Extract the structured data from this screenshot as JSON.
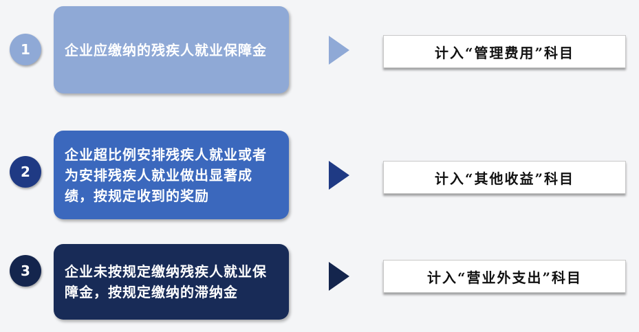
{
  "items": [
    {
      "number": "1",
      "text": "企业应缴纳的残疾人就业保障金",
      "result": "计入“管理费用”科目",
      "circle_color": "#8fa9d6",
      "box_color": "#8fa9d6",
      "arrow_color": "#8fa9d6"
    },
    {
      "number": "2",
      "text": "企业超比例安排残疾人就业或者为安排残疾人就业做出显著成绩，按规定收到的奖励",
      "result": "计入“其他收益”科目",
      "circle_color": "#1f3a84",
      "box_color": "#3b68bd",
      "arrow_color": "#1f3a84"
    },
    {
      "number": "3",
      "text": "企业未按规定缴纳残疾人就业保障金，按规定缴纳的滞纳金",
      "result": "计入“营业外支出”科目",
      "circle_color": "#14254d",
      "box_color": "#182b57",
      "arrow_color": "#14254d"
    }
  ]
}
